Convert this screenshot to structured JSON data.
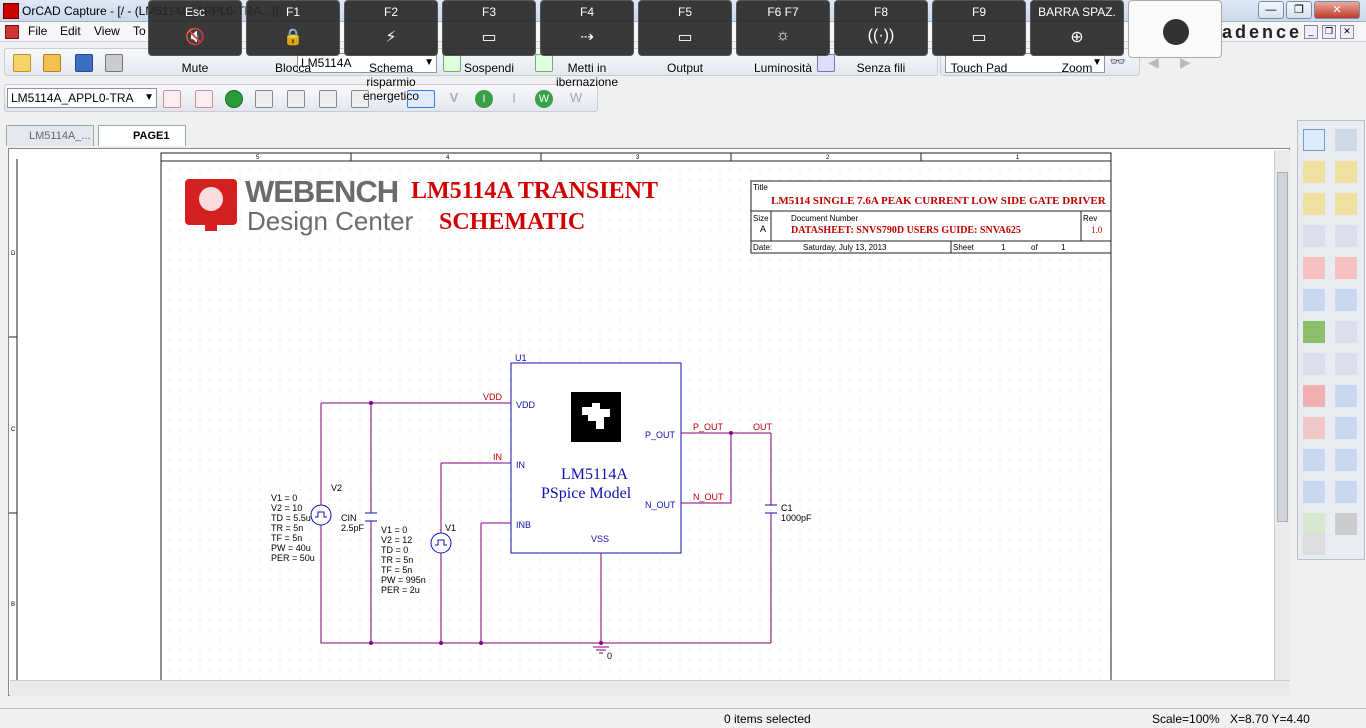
{
  "window": {
    "title": "OrCAD Capture - [/ - (LM5114A_APPL0-TRA...)]",
    "brand": "adence",
    "min_label": "—",
    "restore_label": "❐",
    "close_label": "✕"
  },
  "menu": {
    "items": [
      "File",
      "Edit",
      "View",
      "To"
    ]
  },
  "toolbar": {
    "part_combo": "LM5114A",
    "design_combo": "LM5114A_APPL0-TRA",
    "zoom_combo": ""
  },
  "osk": {
    "keys": [
      {
        "key": "Esc",
        "label": "Mute",
        "glyph": "🔇"
      },
      {
        "key": "F1",
        "label": "Blocca",
        "glyph": "🔒"
      },
      {
        "key": "F2",
        "label": "Schema risparmio energetico",
        "glyph": "⚡"
      },
      {
        "key": "F3",
        "label": "Sospendi",
        "glyph": "▭"
      },
      {
        "key": "F4",
        "label": "Metti in ibernazione",
        "glyph": "⇢"
      },
      {
        "key": "F5",
        "label": "Output",
        "glyph": "▭"
      },
      {
        "key": "F6   F7",
        "label": "Luminosità",
        "glyph": "☼"
      },
      {
        "key": "F8",
        "label": "Senza fili",
        "glyph": "((·))"
      },
      {
        "key": "F9",
        "label": "Touch Pad",
        "glyph": "▭"
      },
      {
        "key": "BARRA SPAZ.",
        "label": "Zoom",
        "glyph": "⊕"
      }
    ]
  },
  "tabs": [
    {
      "label": "LM5114A_..."
    },
    {
      "label": "PAGE1"
    }
  ],
  "schematic": {
    "border_cols": [
      "5",
      "4",
      "3",
      "2",
      "1"
    ],
    "border_rows": [
      "D",
      "C",
      "B"
    ],
    "logo_line1": "WEBENCH",
    "logo_line2": "Design Center",
    "heading_line1": "LM5114A TRANSIENT",
    "heading_line2": "SCHEMATIC",
    "titleblock": {
      "title_label": "Title",
      "title": "LM5114 SINGLE 7.6A PEAK CURRENT LOW SIDE GATE DRIVER",
      "size_label": "Size",
      "size": "A",
      "docnum_label": "Document Number",
      "docnum": "DATASHEET: SNVS790D  USERS GUIDE: SNVA625",
      "rev_label": "Rev",
      "rev": "1.0",
      "date_label": "Date:",
      "date": "Saturday, July 13, 2013",
      "sheet_label": "Sheet",
      "sheet": "1",
      "of_label": "of",
      "of": "1"
    },
    "u1": {
      "ref": "U1",
      "name": "LM5114A",
      "model": "PSpice Model",
      "pins": {
        "vdd": "VDD",
        "in": "IN",
        "inb": "INB",
        "vss": "VSS",
        "pout": "P_OUT",
        "nout": "N_OUT"
      }
    },
    "nets": {
      "vdd": "VDD",
      "in": "IN",
      "pout": "P_OUT",
      "nout": "N_OUT",
      "out": "OUT",
      "gnd": "0"
    },
    "v2": {
      "ref": "V2",
      "params": [
        "V1 = 0",
        "V2 = 10",
        "TD = 5.5u",
        "TR = 5n",
        "TF = 5n",
        "PW = 40u",
        "PER = 50u"
      ]
    },
    "cin": {
      "ref": "CIN",
      "value": "2.5pF"
    },
    "v1": {
      "ref": "V1",
      "params": [
        "V1 = 0",
        "V2 = 12",
        "TD = 0",
        "TR = 5n",
        "TF = 5n",
        "PW = 995n",
        "PER = 2u"
      ]
    },
    "c1": {
      "ref": "C1",
      "value": "1000pF"
    }
  },
  "status": {
    "selection": "0 items selected",
    "scale": "Scale=100%",
    "coords": "X=8.70  Y=4.40"
  },
  "colors": {
    "wire": "#800080",
    "net_label": "#c00000",
    "heading": "#d00000",
    "part_text": "#1010b0"
  }
}
